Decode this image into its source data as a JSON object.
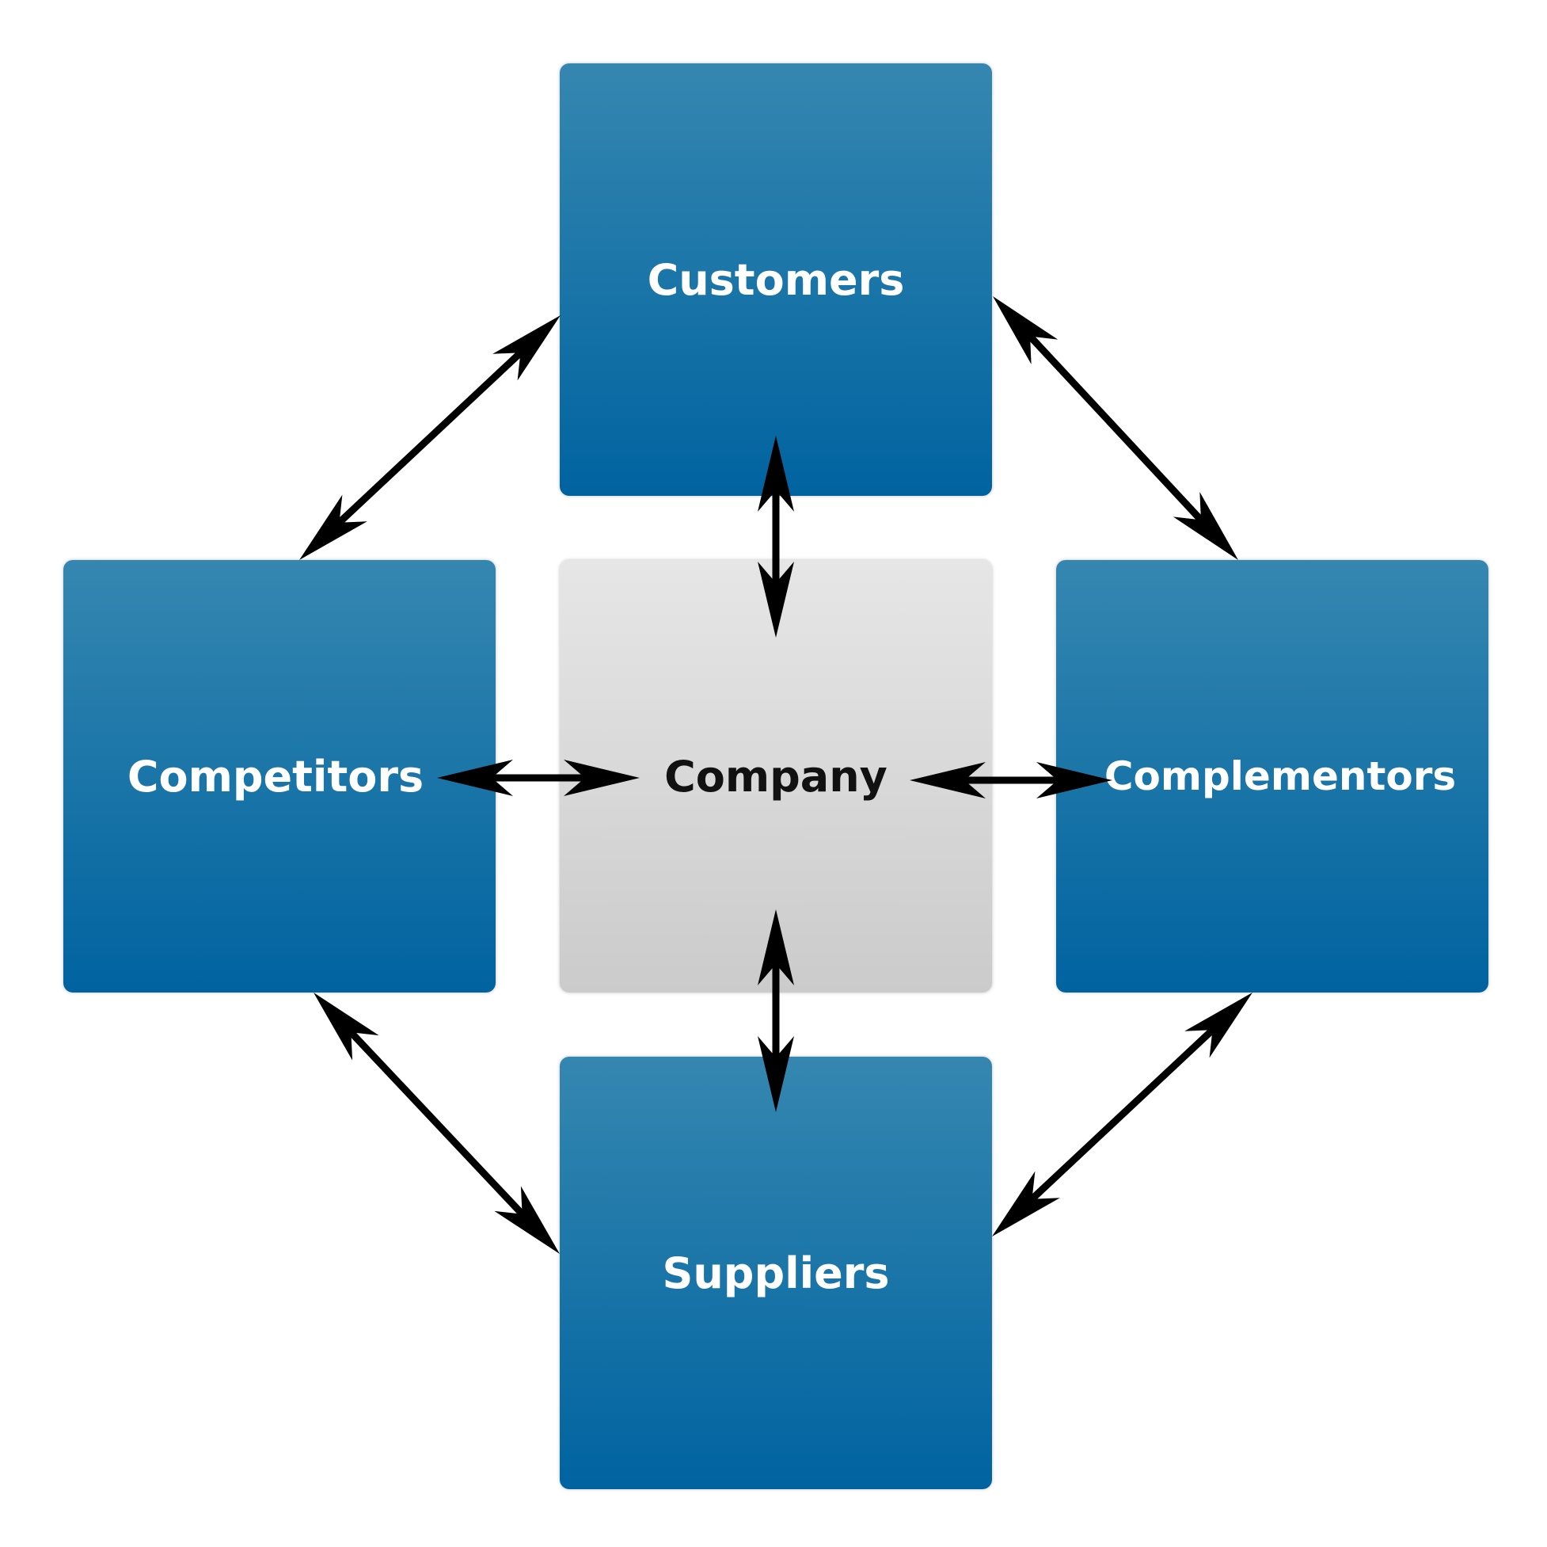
{
  "nodes": {
    "customers": "Customers",
    "competitors": "Competitors",
    "company": "Company",
    "complementors": "Complementors",
    "suppliers": "Suppliers"
  },
  "edges": [
    {
      "from": "customers",
      "to": "company",
      "bidirectional": true
    },
    {
      "from": "competitors",
      "to": "company",
      "bidirectional": true
    },
    {
      "from": "company",
      "to": "complementors",
      "bidirectional": true
    },
    {
      "from": "company",
      "to": "suppliers",
      "bidirectional": true
    },
    {
      "from": "customers",
      "to": "competitors",
      "bidirectional": true
    },
    {
      "from": "customers",
      "to": "complementors",
      "bidirectional": true
    },
    {
      "from": "competitors",
      "to": "suppliers",
      "bidirectional": true
    },
    {
      "from": "complementors",
      "to": "suppliers",
      "bidirectional": true
    }
  ],
  "colors": {
    "node_blue_top": "#3587b0",
    "node_blue_bottom": "#0063a0",
    "node_grey_top": "#e6e6e6",
    "node_grey_bottom": "#cbcbcb",
    "arrow": "#000000"
  }
}
